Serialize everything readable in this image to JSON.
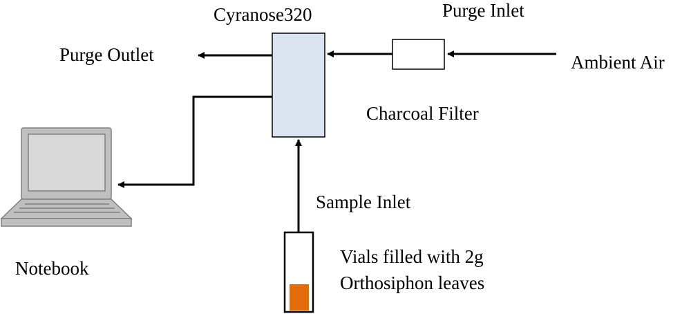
{
  "labels": {
    "analyzer": "Cyranose320",
    "purge_inlet": "Purge Inlet",
    "purge_outlet": "Purge Outlet",
    "ambient_air": "Ambient Air",
    "charcoal_filter": "Charcoal Filter",
    "sample_inlet": "Sample Inlet",
    "vial_line1": "Vials filled with 2g",
    "vial_line2": "Orthosiphon leaves",
    "notebook": "Notebook"
  },
  "colors": {
    "analyzer_fill": "#dbe5f1",
    "sample_fill": "#e36c0a",
    "laptop_body": "#c0c0c0",
    "laptop_screen": "#d9d9d9"
  },
  "icons": [
    "laptop-icon",
    "vial-icon"
  ]
}
